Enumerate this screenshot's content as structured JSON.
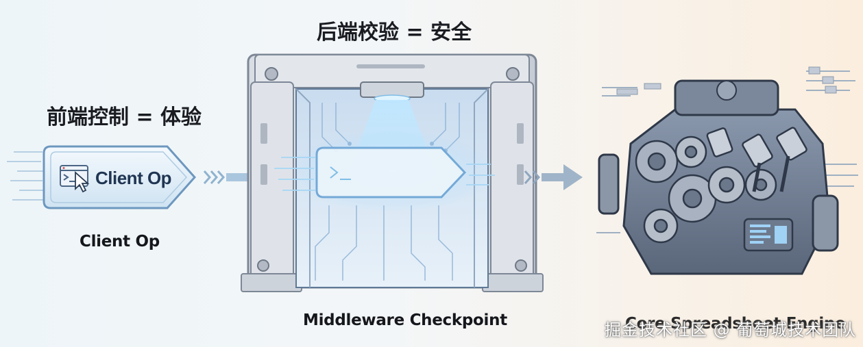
{
  "headings": {
    "frontend": "前端控制 = 体验",
    "backend": "后端校验 = 安全"
  },
  "client": {
    "button_label": "Client Op",
    "caption": "Client Op"
  },
  "middleware": {
    "caption": "Middleware Checkpoint"
  },
  "engine": {
    "caption": "Core Spreadsheet Engine"
  },
  "watermark": "掘金技术社区 @ 葡萄城技术团队",
  "colors": {
    "accent_blue": "#4a90d9",
    "gate_gray": "#c9ced6",
    "glow": "#9fd8ff"
  }
}
